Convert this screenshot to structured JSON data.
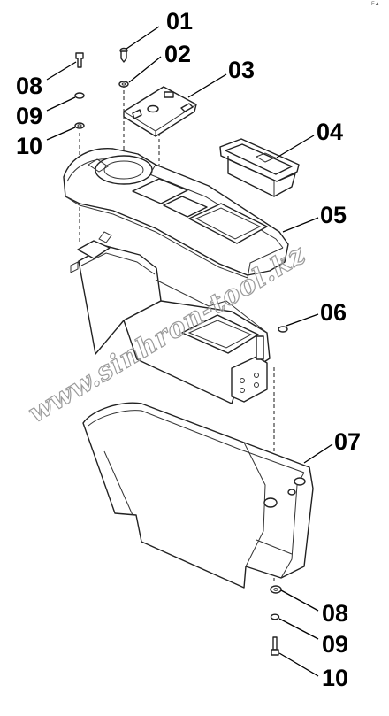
{
  "callouts": {
    "c01": "01",
    "c02": "02",
    "c03": "03",
    "c04": "04",
    "c05": "05",
    "c06": "06",
    "c07": "07",
    "c08_top": "08",
    "c09_top": "09",
    "c10_top": "10",
    "c08_bottom": "08",
    "c09_bottom": "09",
    "c10_bottom": "10"
  },
  "watermark": "www.sinhron-tool.kz",
  "corner_mark": "F▲"
}
